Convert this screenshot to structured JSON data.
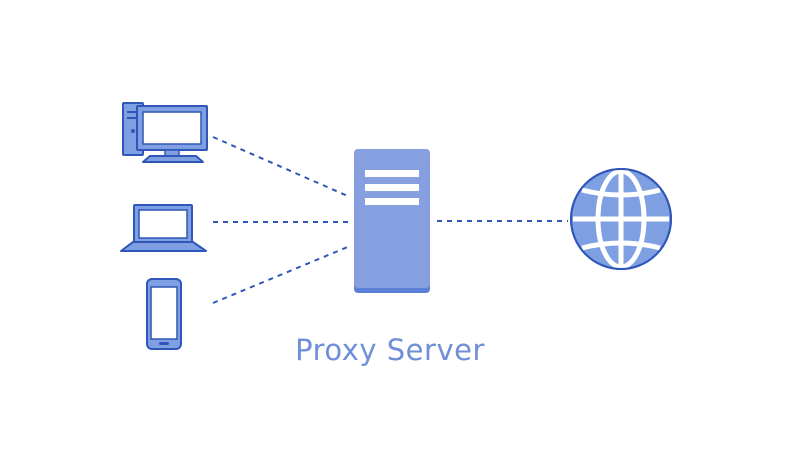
{
  "diagram": {
    "label": "Proxy Server",
    "colors": {
      "fill": "#7f9fe3",
      "fill_dark": "#5c7fd6",
      "outline": "#2f56b8",
      "line": "#2f56b8",
      "label": "#6f8fd8",
      "white": "#ffffff"
    },
    "nodes": [
      {
        "id": "desktop",
        "icon": "desktop-computer-icon"
      },
      {
        "id": "laptop",
        "icon": "laptop-icon"
      },
      {
        "id": "phone",
        "icon": "smartphone-icon"
      },
      {
        "id": "proxy",
        "icon": "server-icon"
      },
      {
        "id": "internet",
        "icon": "globe-icon"
      }
    ],
    "connections": [
      {
        "from": "desktop",
        "to": "proxy",
        "style": "dashed"
      },
      {
        "from": "laptop",
        "to": "proxy",
        "style": "dashed"
      },
      {
        "from": "phone",
        "to": "proxy",
        "style": "dashed"
      },
      {
        "from": "proxy",
        "to": "internet",
        "style": "dashed"
      }
    ]
  }
}
